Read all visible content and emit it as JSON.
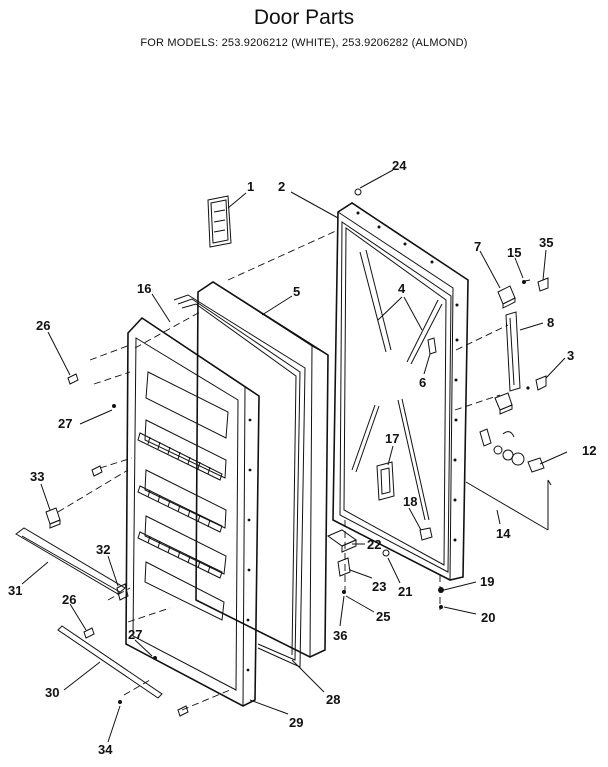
{
  "header": {
    "title": "Door Parts",
    "subtitle": "FOR MODELS:  253.9206212 (WHITE), 253.9206282 (ALMOND)"
  },
  "callouts": [
    "1",
    "2",
    "24",
    "16",
    "5",
    "4",
    "7",
    "15",
    "35",
    "8",
    "26",
    "6",
    "3",
    "27",
    "17",
    "12",
    "33",
    "18",
    "14",
    "22",
    "21",
    "23",
    "31",
    "32",
    "19",
    "25",
    "26",
    "20",
    "27",
    "36",
    "30",
    "28",
    "29",
    "34"
  ]
}
